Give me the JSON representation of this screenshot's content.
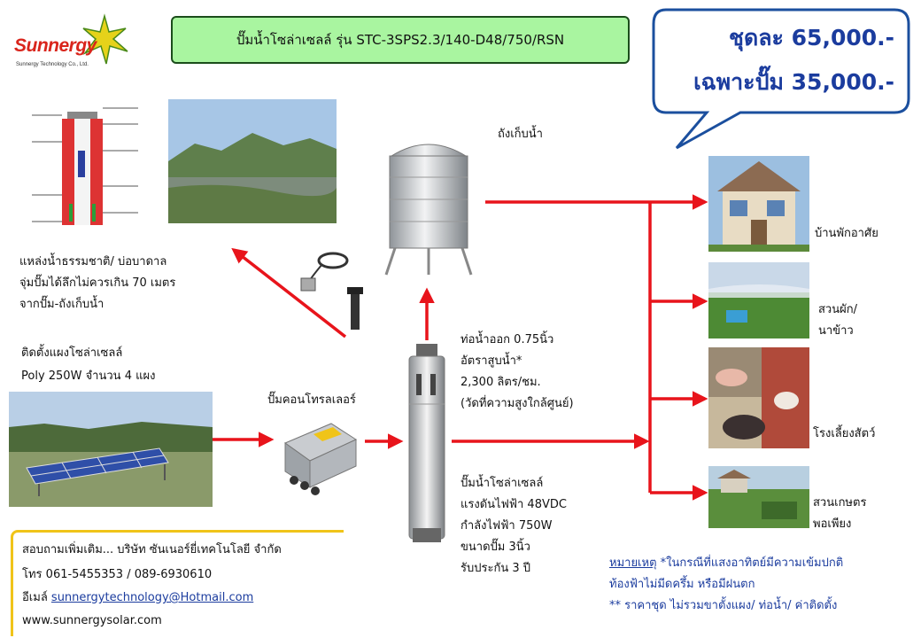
{
  "brand": {
    "logo": "Sunnergy",
    "sub": "Sunnergy Technology Co., Ltd."
  },
  "title": "ปั๊มน้ำโซล่าเซลล์ รุ่น STC-3SPS2.3/140-D48/750/RSN",
  "price": {
    "set": "ชุดละ 65,000.-",
    "pump_only": "เฉพาะปั๊ม 35,000.-"
  },
  "tank": {
    "label": "ถังเก็บน้ำ"
  },
  "source": {
    "lines": [
      "แหล่งน้ำธรรมชาติ/ บ่อบาดาล",
      "จุ่มปั๊มได้ลึกไม่ควรเกิน 70 เมตร",
      "จากปั๊ม-ถังเก็บน้ำ"
    ]
  },
  "panel": {
    "lines": [
      "ติดตั้งแผงโซล่าเซลล์",
      "Poly 250W จำนวน 4 แผง"
    ]
  },
  "controller": {
    "label": "ปั๊มคอนโทรลเลอร์"
  },
  "outlet": {
    "lines": [
      "ท่อน้ำออก 0.75นิ้ว",
      "อัตราสูบน้ำ*",
      "2,300 ลิตร/ชม.",
      "(วัดที่ความสูงใกล้ศูนย์)"
    ]
  },
  "pump": {
    "lines": [
      "ปั๊มน้ำโซล่าเซลล์",
      "แรงดันไฟฟ้า 48VDC",
      "กำลังไฟฟ้า 750W",
      "ขนาดปั๊ม 3นิ้ว",
      "รับประกัน 3 ปี"
    ]
  },
  "destinations": {
    "house": "บ้านพักอาศัย",
    "garden": [
      "สวนผัก/",
      "นาข้าว"
    ],
    "farm": "โรงเลี้ยงสัตว์",
    "agri": [
      "สวนเกษตร",
      "พอเพียง"
    ]
  },
  "contact": {
    "line1": "สอบถามเพิ่มเติม... บริษัท ซันเนอร์ยี่เทคโนโลยี จำกัด",
    "phone": "โทร 061-5455353 / 089-6930610",
    "email_label": "อีเมล์ ",
    "email": "sunnergytechnology@Hotmail.com",
    "web": "www.sunnergysolar.com"
  },
  "note": {
    "heading": "หมายเหตุ",
    "line1": " *ในกรณีที่แสงอาทิตย์มีความเข้มปกติ",
    "line2": "ท้องฟ้าไม่มีดครึ้ม หรือมีฝนตก",
    "line3": "** ราคาชุด ไม่รวมขาตั้งแผง/ ท่อน้ำ/ ค่าติดตั้ง"
  },
  "colors": {
    "arrow": "#e8141b",
    "price": "#1b3c9e",
    "title_bg": "#a9f5a0",
    "contact_border": "#f0c419"
  }
}
